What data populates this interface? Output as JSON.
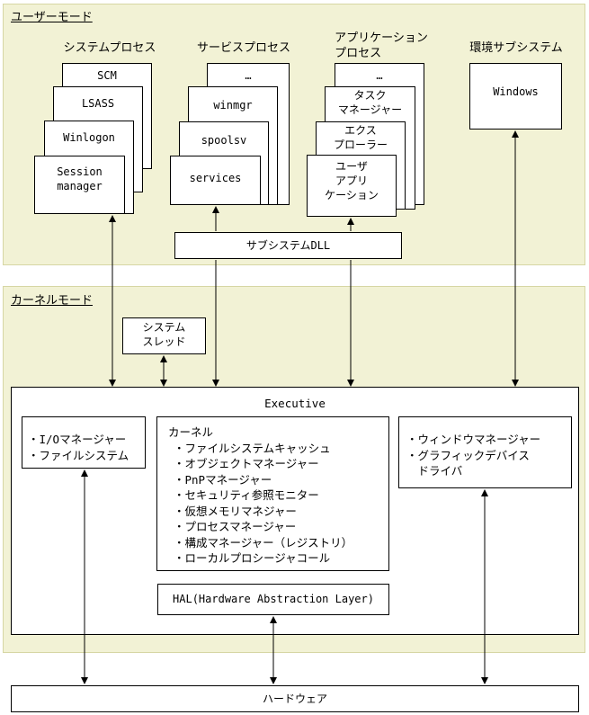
{
  "user_mode": {
    "title": "ユーザーモード",
    "groups": {
      "system": {
        "header": "システムプロセス",
        "stack": [
          "SCM",
          "LSASS",
          "Winlogon",
          "Session\nmanager"
        ]
      },
      "service": {
        "header": "サービスプロセス",
        "stack": [
          "…",
          "winmgr",
          "spoolsv",
          "services"
        ]
      },
      "app": {
        "header": "アプリケーション\nプロセス",
        "stack": [
          "…",
          "タスク\nマネージャー",
          "エクス\nプローラー",
          "ユーザ\nアプリ\nケーション"
        ]
      },
      "env": {
        "header": "環境サブシステム",
        "box": "Windows"
      }
    },
    "subsystem_dll": "サブシステムDLL"
  },
  "kernel_mode": {
    "title": "カーネルモード",
    "system_thread": "システム\nスレッド",
    "executive": {
      "title": "Executive",
      "io_box": [
        "・I/Oマネージャー",
        "・ファイルシステム"
      ],
      "kernel_box": {
        "title": "カーネル",
        "items": [
          "・ファイルシステムキャッシュ",
          "・オブジェクトマネージャー",
          "・PnPマネージャー",
          "・セキュリティ参照モニター",
          "・仮想メモリマネジャー",
          "・プロセスマネージャー",
          "・構成マネージャー（レジストリ）",
          "・ローカルプロシージャコール"
        ]
      },
      "window_box": [
        "・ウィンドウマネージャー",
        "・グラフィックデバイス",
        "　ドライバ"
      ],
      "hal": "HAL(Hardware Abstraction Layer)"
    }
  },
  "hardware": "ハードウェア"
}
